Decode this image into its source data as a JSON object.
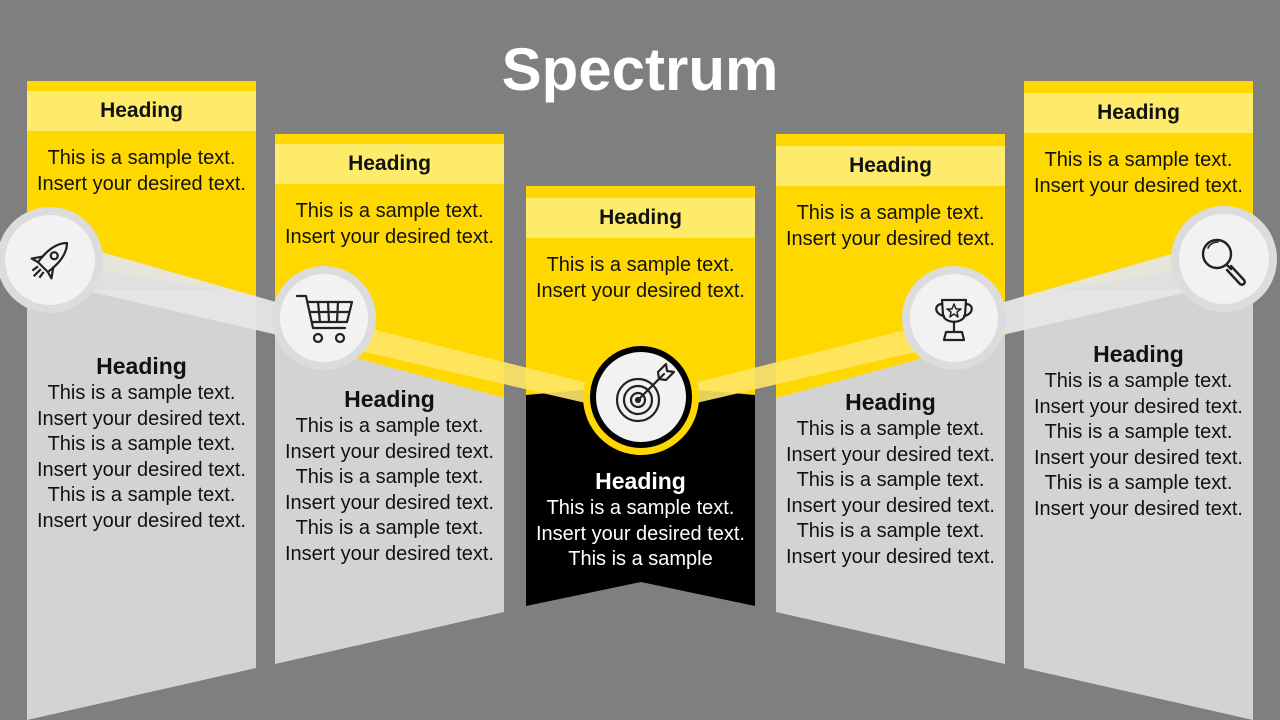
{
  "title": "Spectrum",
  "colors": {
    "background": "#7f7f7f",
    "yellow": "#ffd800",
    "yellow_light": "#ffeb6b",
    "panel_grey": "#d3d3d3",
    "center_dark": "#000000",
    "connector": "#e6e6e6",
    "connector_center": "#ffe566",
    "circle_fill": "#f2f2f2",
    "circle_ring": "#dcdcdc"
  },
  "columns": [
    {
      "icon": "rocket-icon",
      "top_heading": "Heading",
      "top_text": "This is a sample text. Insert your desired text.",
      "bottom_heading": "Heading",
      "bottom_text": "This is a sample text. Insert your desired text. This is a sample text. Insert your desired text. This is a sample text. Insert your desired text."
    },
    {
      "icon": "shopping-cart-icon",
      "top_heading": "Heading",
      "top_text": "This is a sample text. Insert your desired text.",
      "bottom_heading": "Heading",
      "bottom_text": "This is a sample text. Insert your desired text. This is a sample text. Insert your desired text. This is a sample text. Insert your desired text."
    },
    {
      "icon": "target-icon",
      "top_heading": "Heading",
      "top_text": "This is a sample text. Insert your desired text.",
      "bottom_heading": "Heading",
      "bottom_text": "This is a sample text. Insert your desired text. This is a sample"
    },
    {
      "icon": "trophy-icon",
      "top_heading": "Heading",
      "top_text": "This is a sample text. Insert your desired text.",
      "bottom_heading": "Heading",
      "bottom_text": "This is a sample text. Insert your desired text. This is a sample text. Insert your desired text. This is a sample text. Insert your desired text."
    },
    {
      "icon": "magnifier-icon",
      "top_heading": "Heading",
      "top_text": "This is a sample text. Insert your desired text.",
      "bottom_heading": "Heading",
      "bottom_text": "This is a sample text. Insert your desired text. This is a sample text. Insert your desired text. This is a sample text. Insert your desired text."
    }
  ]
}
